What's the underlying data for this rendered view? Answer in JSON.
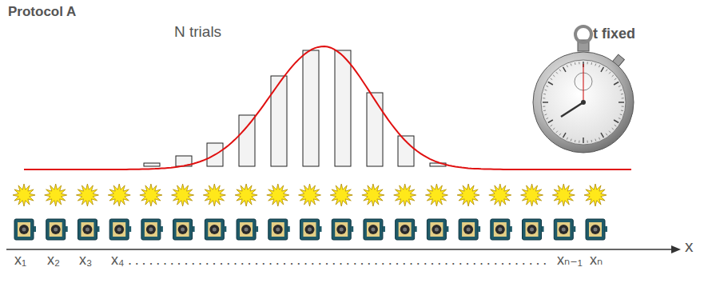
{
  "diagram": {
    "title": "Protocol A",
    "labels": [
      "N trials",
      "t fixed",
      "x",
      "x₁",
      "x₂",
      "x₃",
      "x₄",
      "............................................................",
      "xₙ₋₁",
      "xₙ"
    ]
  }
}
